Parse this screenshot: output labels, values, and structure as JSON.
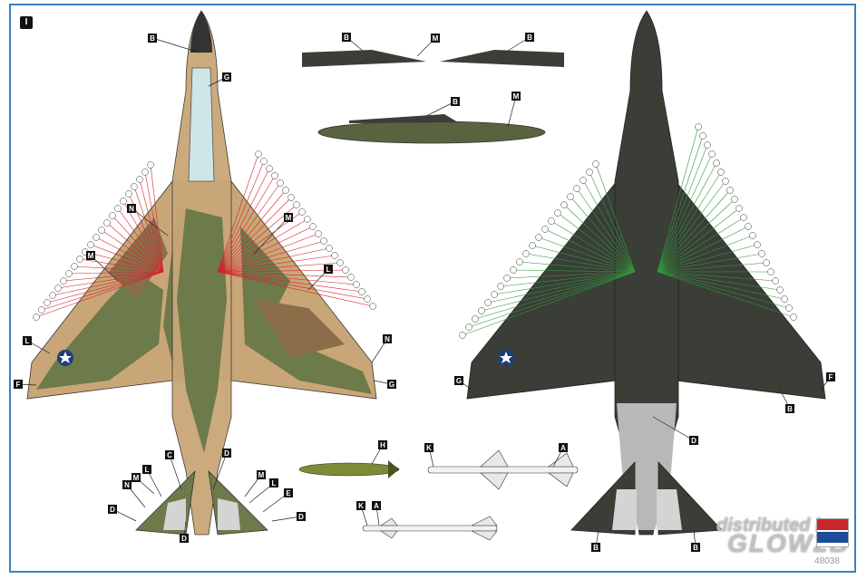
{
  "sheet": {
    "scheme_marker": "I",
    "kit_number": "48038",
    "watermark_line1": "distributed by",
    "watermark_line2": "GLOW2B"
  },
  "colors": {
    "border": "#3d7fc4",
    "camo_tan": "#c9a677",
    "camo_green": "#6d7a4a",
    "camo_brown": "#8a6e4a",
    "dark_grey": "#3b3e37",
    "light_grey": "#d4d4d4",
    "leader_red": "#d4232b",
    "leader_green": "#2f9a3c",
    "drop_tank": "#5a6340",
    "bomb": "#7f8a35"
  },
  "callouts": {
    "upper_view": [
      "B",
      "G",
      "N",
      "M",
      "M",
      "L",
      "L",
      "N",
      "F",
      "G",
      "C",
      "D",
      "M",
      "L",
      "M",
      "L",
      "N",
      "D",
      "E",
      "D",
      "D"
    ],
    "tanks": [
      "B",
      "M",
      "B",
      "B",
      "M"
    ],
    "stores": [
      "H",
      "K",
      "A",
      "K",
      "A"
    ],
    "lower_view": [
      "D",
      "F",
      "G",
      "B",
      "B",
      "B"
    ]
  }
}
